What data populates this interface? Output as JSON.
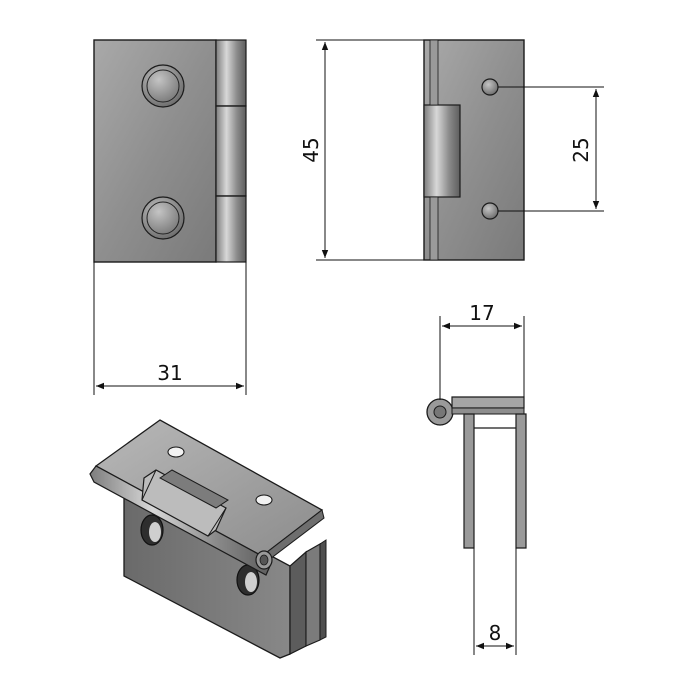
{
  "figure": {
    "dimensions": {
      "width_total": "31",
      "height_total": "45",
      "hole_spacing": "25",
      "open_width": "17",
      "gap_width": "8"
    },
    "colors": {
      "steel_light": "#c9c9c9",
      "steel_dark": "#6f6f6f",
      "line": "#1b1b1b"
    },
    "icons": [
      "arrowhead"
    ]
  }
}
